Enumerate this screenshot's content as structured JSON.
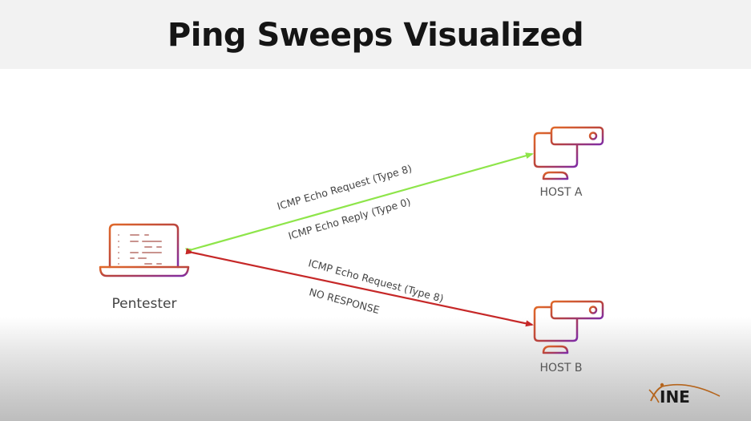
{
  "slide": {
    "title": "Ping Sweeps Visualized"
  },
  "nodes": {
    "pentester": {
      "label": "Pentester",
      "icon": "laptop-icon"
    },
    "host_a": {
      "label": "HOST A",
      "icon": "server-monitor-icon"
    },
    "host_b": {
      "label": "HOST B",
      "icon": "server-monitor-icon"
    }
  },
  "edges": [
    {
      "from": "pentester",
      "to": "host_a",
      "color": "#8ee54a",
      "direction": "both",
      "labels": [
        "ICMP Echo Request (Type 8)",
        "ICMP Echo Reply (Type 0)"
      ]
    },
    {
      "from": "pentester",
      "to": "host_b",
      "color": "#c62828",
      "direction": "both",
      "labels": [
        "ICMP Echo Request (Type 8)",
        "NO RESPONSE"
      ]
    }
  ],
  "colors": {
    "icon_gradient_start": "#d9652b",
    "icon_gradient_end": "#8a2c9a",
    "success_line": "#8ee54a",
    "fail_line": "#c62828"
  },
  "branding": {
    "logo_text": "INE"
  }
}
